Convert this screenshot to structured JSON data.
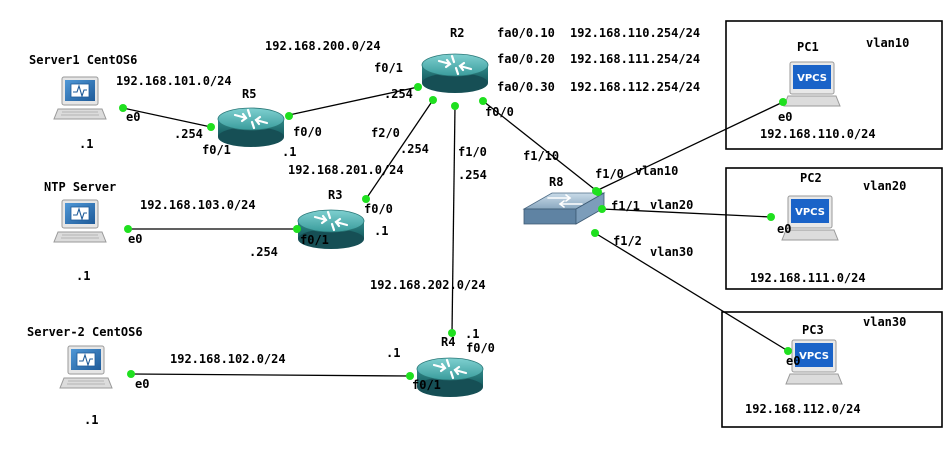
{
  "devices": {
    "server1": {
      "name": "Server1 CentOS6",
      "net": "192.168.101.0/24",
      "ip": ".1",
      "iface": "e0"
    },
    "ntp": {
      "name": "NTP Server",
      "net": "192.168.103.0/24",
      "ip": ".1",
      "iface": "e0"
    },
    "server2": {
      "name": "Server-2 CentOS6",
      "net": "192.168.102.0/24",
      "ip": ".1",
      "iface": "e0"
    },
    "r5": {
      "name": "R5",
      "f01": "f0/1",
      "ip254": ".254",
      "f00": "f0/0",
      "ip1": ".1"
    },
    "r2": {
      "name": "R2",
      "f01": "f0/1",
      "ip254a": ".254",
      "f20": "f2/0",
      "ip254b": ".254",
      "f10": "f1/0",
      "ip254c": ".254",
      "f00": "f0/0",
      "net200": "192.168.200.0/24"
    },
    "r3": {
      "name": "R3",
      "f00": "f0/0",
      "ip1": ".1",
      "f01": "f0/1",
      "ip254": ".254",
      "net201": "192.168.201.0/24"
    },
    "r4": {
      "name": "R4",
      "ip1a": ".1",
      "f00": "f0/0",
      "ip1b": ".1",
      "f01": "f0/1",
      "net202": "192.168.202.0/24"
    },
    "r8": {
      "name": "R8",
      "f110": "f1/10",
      "f10": "f1/0",
      "f11": "f1/1",
      "f12": "f1/2",
      "v10": "vlan10",
      "v20": "vlan20",
      "v30": "vlan30"
    },
    "pc1": {
      "name": "PC1",
      "vlan": "vlan10",
      "iface": "e0",
      "net": "192.168.110.0/24",
      "badge": "VPCS"
    },
    "pc2": {
      "name": "PC2",
      "vlan": "vlan20",
      "iface": "e0",
      "net": "192.168.111.0/24",
      "badge": "VPCS"
    },
    "pc3": {
      "name": "PC3",
      "vlan": "vlan30",
      "iface": "e0",
      "net": "192.168.112.0/24",
      "badge": "VPCS"
    }
  },
  "subifs": [
    {
      "iface": "fa0/0.10",
      "ip": "192.168.110.254/24"
    },
    {
      "iface": "fa0/0.20",
      "ip": "192.168.111.254/24"
    },
    {
      "iface": "fa0/0.30",
      "ip": "192.168.112.254/24"
    }
  ],
  "colors": {
    "link_dot": "#1fe01f",
    "router_body": "#2e8b8b",
    "router_top": "#55b4b4",
    "screen": "#2a6fb0",
    "vpcs": "#1a63c8"
  }
}
